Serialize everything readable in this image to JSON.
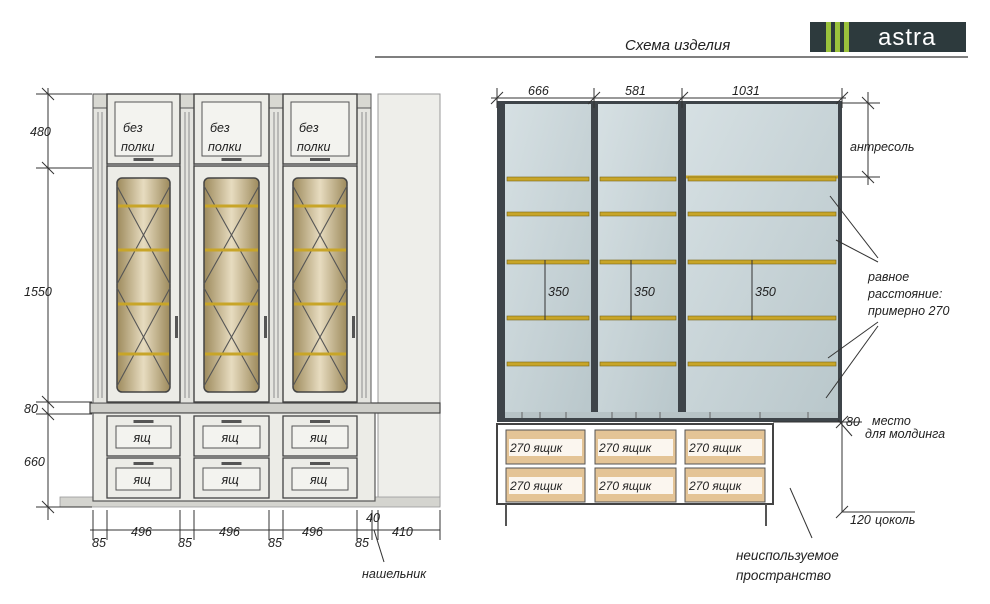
{
  "header": {
    "title": "Схема изделия",
    "logo_text": "astra"
  },
  "front_view": {
    "height_dims": [
      "480",
      "1550",
      "80",
      "660"
    ],
    "width_dims": [
      "85",
      "496",
      "85",
      "496",
      "85",
      "496",
      "85",
      "40",
      "410"
    ],
    "top_panel_label": [
      "без",
      "полки"
    ],
    "drawer_label": "ящ",
    "bottom_label": "нашельник"
  },
  "section_view": {
    "width_dims": [
      "666",
      "581",
      "1031"
    ],
    "shelf_gap": "350",
    "drawer_label": "270 ящик",
    "mezzanine_label": "антресоль",
    "equal_spacing_label": [
      "равное",
      "расстояние:",
      "примерно 270"
    ],
    "molding_dim": "80",
    "molding_label": [
      "место",
      "для молдинга"
    ],
    "plinth_dim": "120",
    "plinth_label": "цоколь",
    "unused_label": [
      "неиспользуемое",
      "пространство"
    ]
  },
  "colors": {
    "frame": "#4a4f55",
    "panel_fill": "#e9e9e4",
    "glass": "#cbb98e",
    "shelf": "#c8a528",
    "interior": "#c7d3d6",
    "drawer": "#e4c496",
    "logo_bg": "#2d3a3d",
    "logo_accent": "#9bc23c"
  }
}
